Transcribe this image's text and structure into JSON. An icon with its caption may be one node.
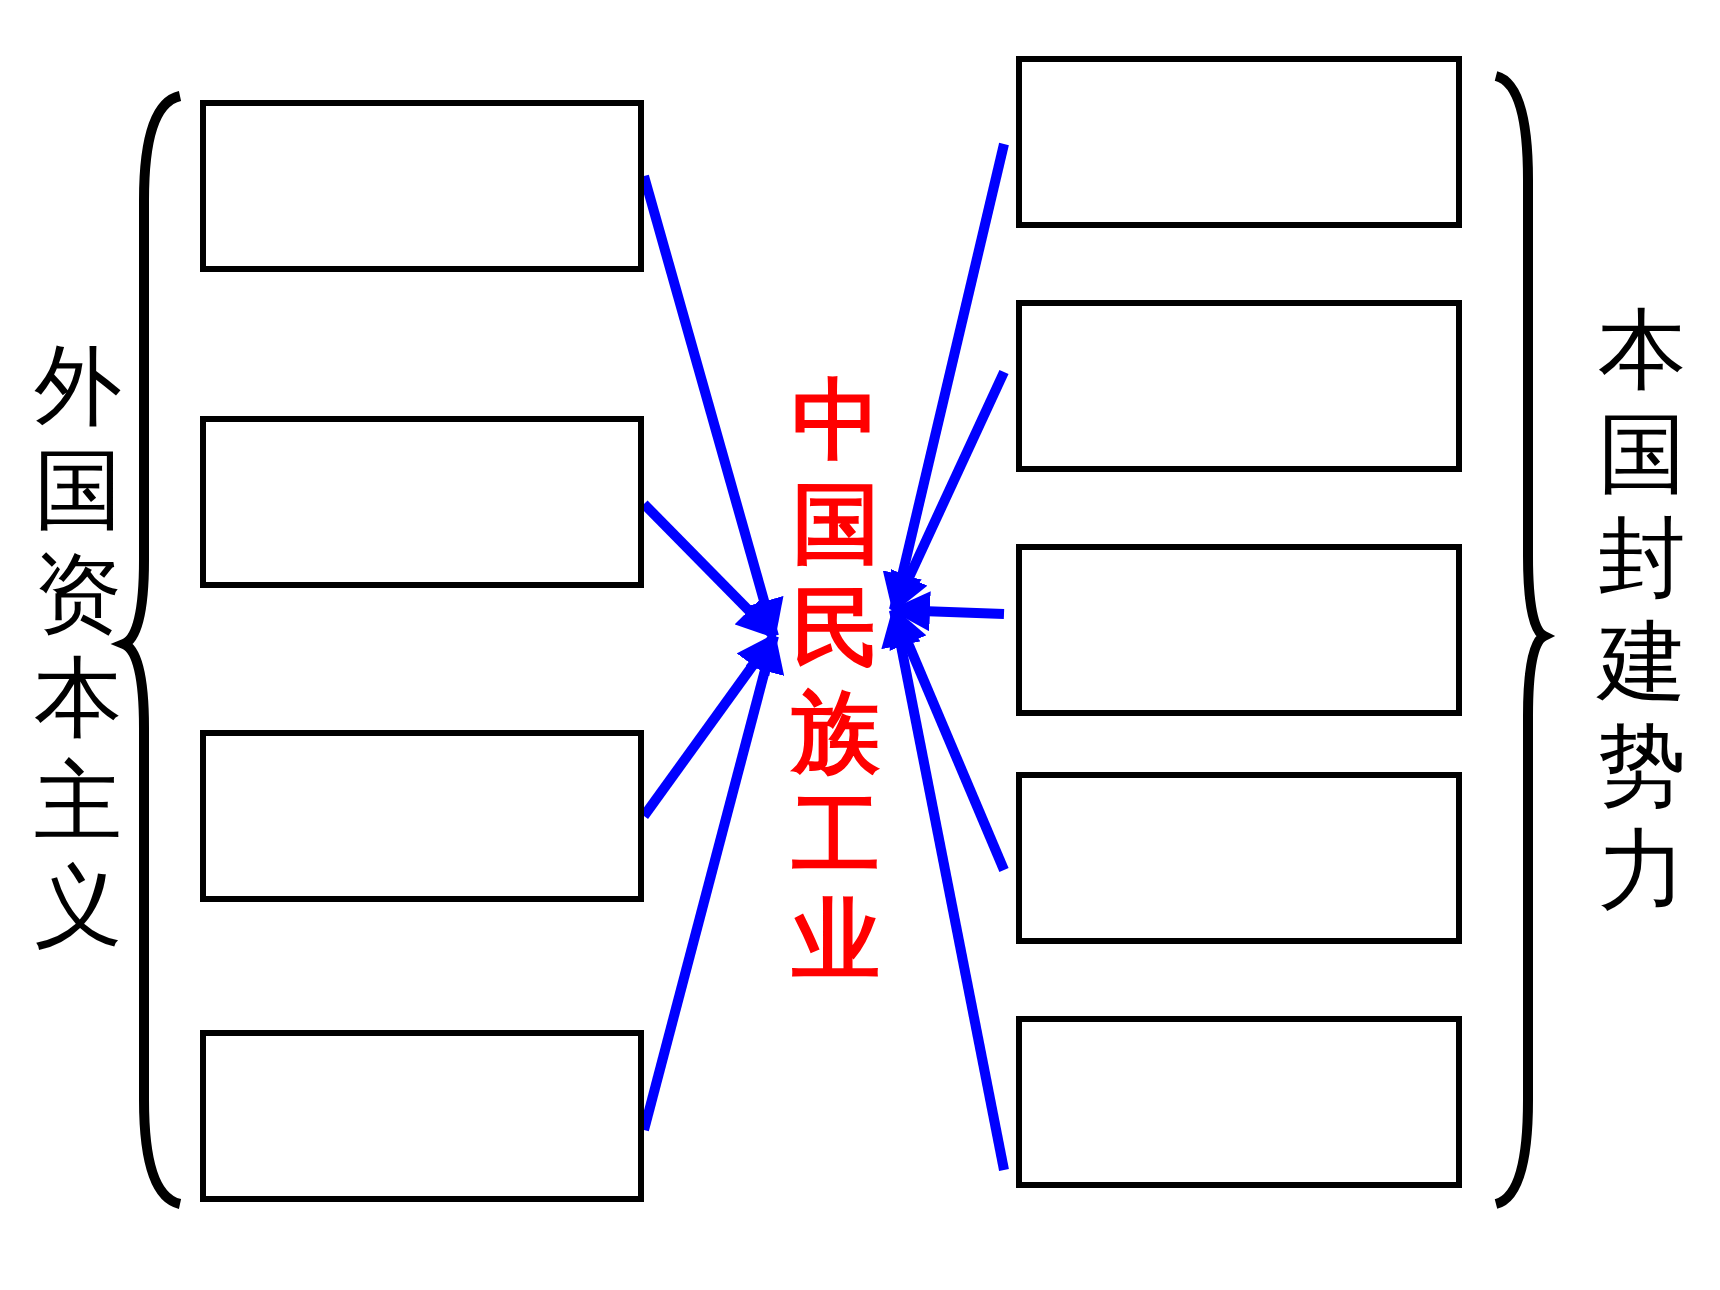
{
  "diagram": {
    "nodes": [
      {
        "text": [],
        "shape": "box"
      },
      {
        "text": [],
        "shape": "box"
      },
      {
        "text": [],
        "shape": "box"
      },
      {
        "text": [],
        "shape": "box"
      },
      {
        "text": [],
        "shape": "box"
      },
      {
        "text": [],
        "shape": "box"
      },
      {
        "text": [],
        "shape": "box"
      },
      {
        "text": [],
        "shape": "box"
      },
      {
        "text": [],
        "shape": "box"
      },
      {
        "text": [
          "中国民族工业"
        ]
      }
    ],
    "edges": [
      {
        "from": 0,
        "to": 9,
        "arrow": "to"
      },
      {
        "from": 1,
        "to": 9,
        "arrow": "to"
      },
      {
        "from": 2,
        "to": 9,
        "arrow": "to"
      },
      {
        "from": 3,
        "to": 9,
        "arrow": "to"
      },
      {
        "from": 4,
        "to": 9,
        "arrow": "to"
      },
      {
        "from": 5,
        "to": 9,
        "arrow": "to"
      },
      {
        "from": 6,
        "to": 9,
        "arrow": "to"
      },
      {
        "from": 7,
        "to": 9,
        "arrow": "to"
      },
      {
        "from": 8,
        "to": 9,
        "arrow": "to"
      }
    ],
    "labels": [
      "外国资本主义",
      "本国封建势力"
    ]
  }
}
